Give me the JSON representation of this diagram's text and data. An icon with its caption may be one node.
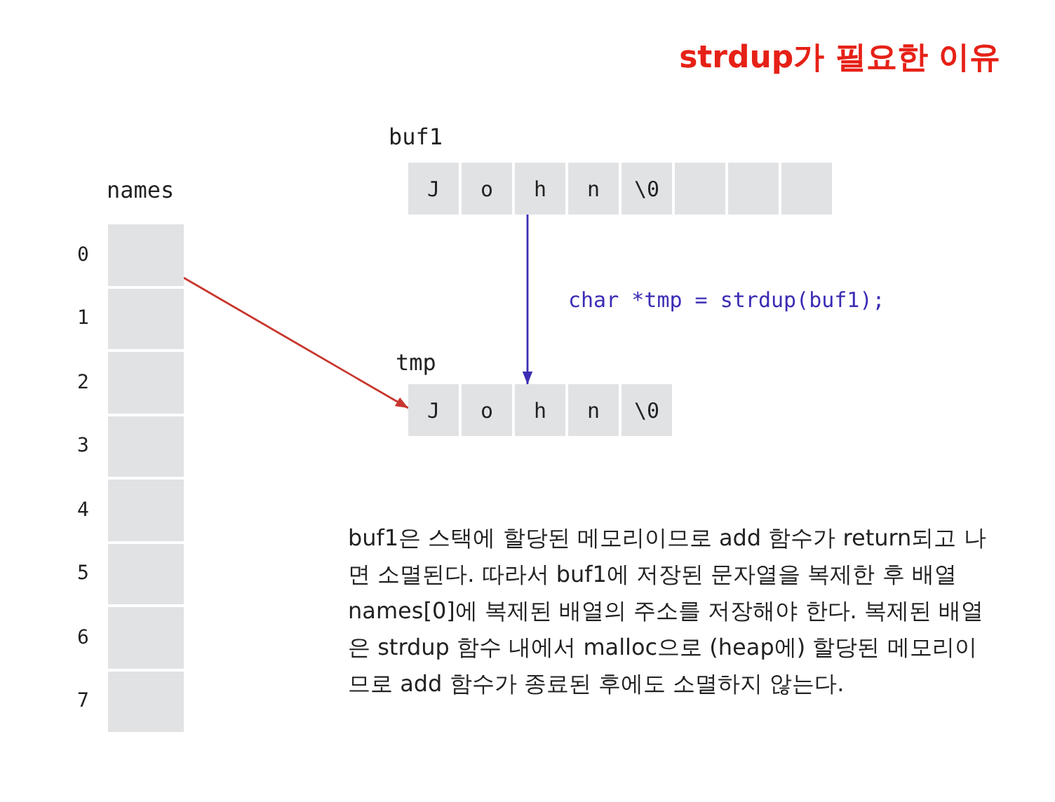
{
  "diagram": {
    "title": "strdup가 필요한 이유",
    "nodes": [
      {
        "text": [
          "names"
        ]
      },
      {
        "text": [],
        "shape": "box",
        "in": 0,
        "beside": [
          "0"
        ]
      },
      {
        "text": [],
        "shape": "box",
        "in": 0,
        "beside": [
          "1"
        ]
      },
      {
        "text": [],
        "shape": "box",
        "in": 0,
        "beside": [
          "2"
        ]
      },
      {
        "text": [],
        "shape": "box",
        "in": 0,
        "beside": [
          "3"
        ]
      },
      {
        "text": [],
        "shape": "box",
        "in": 0,
        "beside": [
          "4"
        ]
      },
      {
        "text": [],
        "shape": "box",
        "in": 0,
        "beside": [
          "5"
        ]
      },
      {
        "text": [],
        "shape": "box",
        "in": 0,
        "beside": [
          "6"
        ]
      },
      {
        "text": [],
        "shape": "box",
        "in": 0,
        "beside": [
          "7"
        ]
      },
      {
        "text": [
          "buf1"
        ]
      },
      {
        "text": [
          "J"
        ],
        "in": 9
      },
      {
        "text": [
          "o"
        ],
        "in": 9
      },
      {
        "text": [
          "h"
        ],
        "in": 9
      },
      {
        "text": [
          "n"
        ],
        "in": 9
      },
      {
        "text": [
          "\\0"
        ],
        "in": 9
      },
      {
        "text": [],
        "shape": "box",
        "in": 9
      },
      {
        "text": [],
        "shape": "box",
        "in": 9
      },
      {
        "text": [],
        "shape": "box",
        "in": 9
      },
      {
        "text": [
          "tmp"
        ]
      },
      {
        "text": [
          "J"
        ],
        "in": 18
      },
      {
        "text": [
          "o"
        ],
        "in": 18
      },
      {
        "text": [
          "h"
        ],
        "in": 18
      },
      {
        "text": [
          "n"
        ],
        "in": 18
      },
      {
        "text": [
          "\\0"
        ],
        "in": 18
      }
    ],
    "edges": [
      {
        "from": 1,
        "to": 19,
        "arrow": "to",
        "color": "#c8372d"
      },
      {
        "from": 12,
        "to": 21,
        "arrow": "to",
        "label": "char *tmp = strdup(buf1);",
        "color": "#3b2db5"
      }
    ],
    "labels": [
      "buf1은 스택에 할당된 메모리이므로 add 함수가 return되고 나면 소멸된다. 따라서 buf1에 저장된 문자열을 복제한 후 배열 names[0]에 복제된 배열의 주소를 저장해야 한다. 복제된 배열은 strdup 함수 내에서 malloc으로 (heap에) 할당된 메모리이므로 add 함수가 종료된 후에도 소멸하지 않는다."
    ]
  }
}
